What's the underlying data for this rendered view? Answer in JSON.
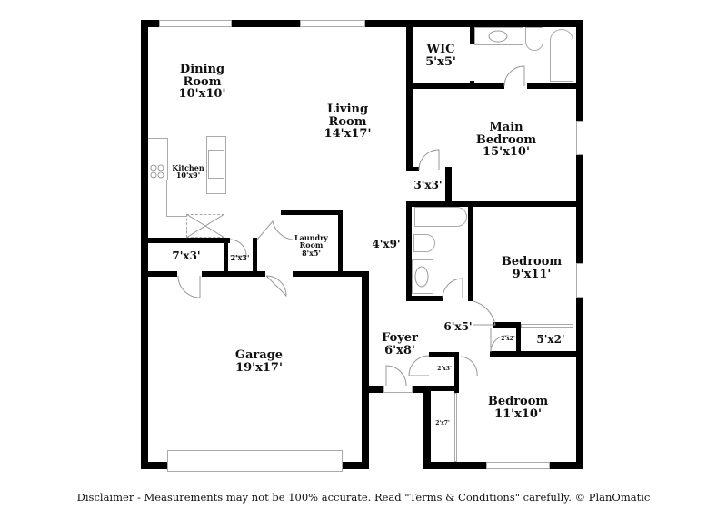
{
  "floor_plan": {
    "rooms": [
      {
        "id": "dining-room",
        "name": "Dining\nRoom",
        "size": "10'x10'"
      },
      {
        "id": "living-room",
        "name": "Living\nRoom",
        "size": "14'x17'"
      },
      {
        "id": "kitchen",
        "name": "Kitchen",
        "size": "10'x9'"
      },
      {
        "id": "wic",
        "name": "WIC",
        "size": "5'x5'"
      },
      {
        "id": "main-bedroom",
        "name": "Main\nBedroom",
        "size": "15'x10'"
      },
      {
        "id": "closet-3x3",
        "name": "",
        "size": "3'x3'"
      },
      {
        "id": "laundry-room",
        "name": "Laundry\nRoom",
        "size": "8'x5'"
      },
      {
        "id": "closet-7x3",
        "name": "",
        "size": "7'x3'"
      },
      {
        "id": "closet-2x3-a",
        "name": "",
        "size": "2'x3'"
      },
      {
        "id": "hall-4x9",
        "name": "",
        "size": "4'x9'"
      },
      {
        "id": "bedroom-2",
        "name": "Bedroom",
        "size": "9'x11'"
      },
      {
        "id": "hall-6x5",
        "name": "",
        "size": "6'x5'"
      },
      {
        "id": "closet-2x2",
        "name": "",
        "size": "2'x2'"
      },
      {
        "id": "closet-5x2",
        "name": "",
        "size": "5'x2'"
      },
      {
        "id": "foyer",
        "name": "Foyer",
        "size": "6'x8'"
      },
      {
        "id": "closet-2x3-b",
        "name": "",
        "size": "2'x3'"
      },
      {
        "id": "garage",
        "name": "Garage",
        "size": "19'x17'"
      },
      {
        "id": "bedroom-3",
        "name": "Bedroom",
        "size": "11'x10'"
      },
      {
        "id": "closet-2x7",
        "name": "",
        "size": "2'x7'"
      }
    ]
  },
  "footer": {
    "disclaimer": "Disclaimer - Measurements may not be 100% accurate. Read \"Terms & Conditions\" carefully. © PlanOmatic"
  }
}
